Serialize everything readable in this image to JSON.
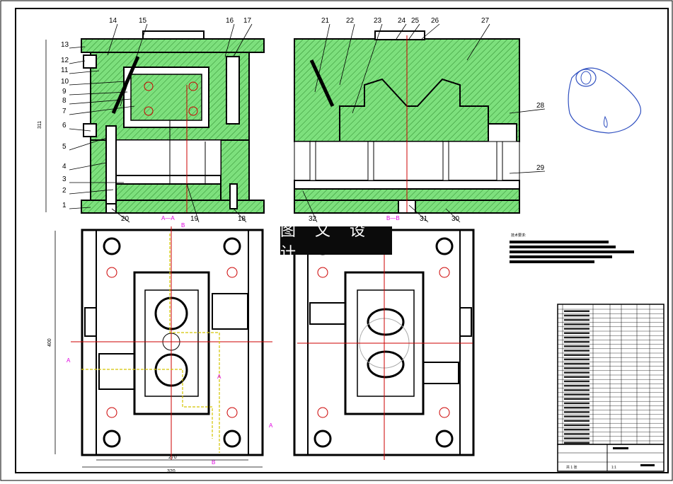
{
  "watermark": "图 文 设 计",
  "tech_title": "技术要求:",
  "section_labels": {
    "aa": "A—A",
    "bb": "B—B",
    "a": "A",
    "b": "B"
  },
  "dims": {
    "height_left": "311",
    "plan_height": "400",
    "plan_inner_w": "270",
    "plan_outer_w": "320"
  },
  "part_numbers": [
    "1",
    "2",
    "3",
    "4",
    "5",
    "6",
    "7",
    "8",
    "9",
    "10",
    "11",
    "12",
    "13",
    "14",
    "15",
    "16",
    "17",
    "18",
    "19",
    "20",
    "21",
    "22",
    "23",
    "24",
    "25",
    "26",
    "27",
    "28",
    "29",
    "30",
    "31",
    "32"
  ],
  "title_block": {
    "scale": "1:1",
    "sheet": "共 1 张"
  },
  "colors": {
    "steel": "#7de07d",
    "outline": "#000000",
    "center": "#e02020",
    "section": "#e000e0",
    "dim": "#d4c400"
  }
}
